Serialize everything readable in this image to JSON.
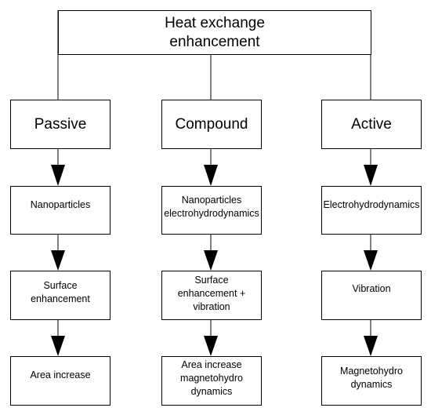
{
  "diagram": {
    "root": "Heat exchange\nenhancement",
    "categories": [
      {
        "label": "Passive",
        "items": [
          "Nanoparticles",
          "Surface\nenhancement",
          "Area increase"
        ]
      },
      {
        "label": "Compound",
        "items": [
          "Nanoparticles\nelectrohydrodynamics",
          "Surface\nenhancement +\nvibration",
          "Area increase\nmagnetohydro\ndynamics"
        ]
      },
      {
        "label": "Active",
        "items": [
          "Electrohydrodynamics",
          "Vibration",
          "Magnetohydro\ndynamics"
        ]
      }
    ],
    "line_color": "#000000",
    "box_fill": "#ffffff"
  }
}
